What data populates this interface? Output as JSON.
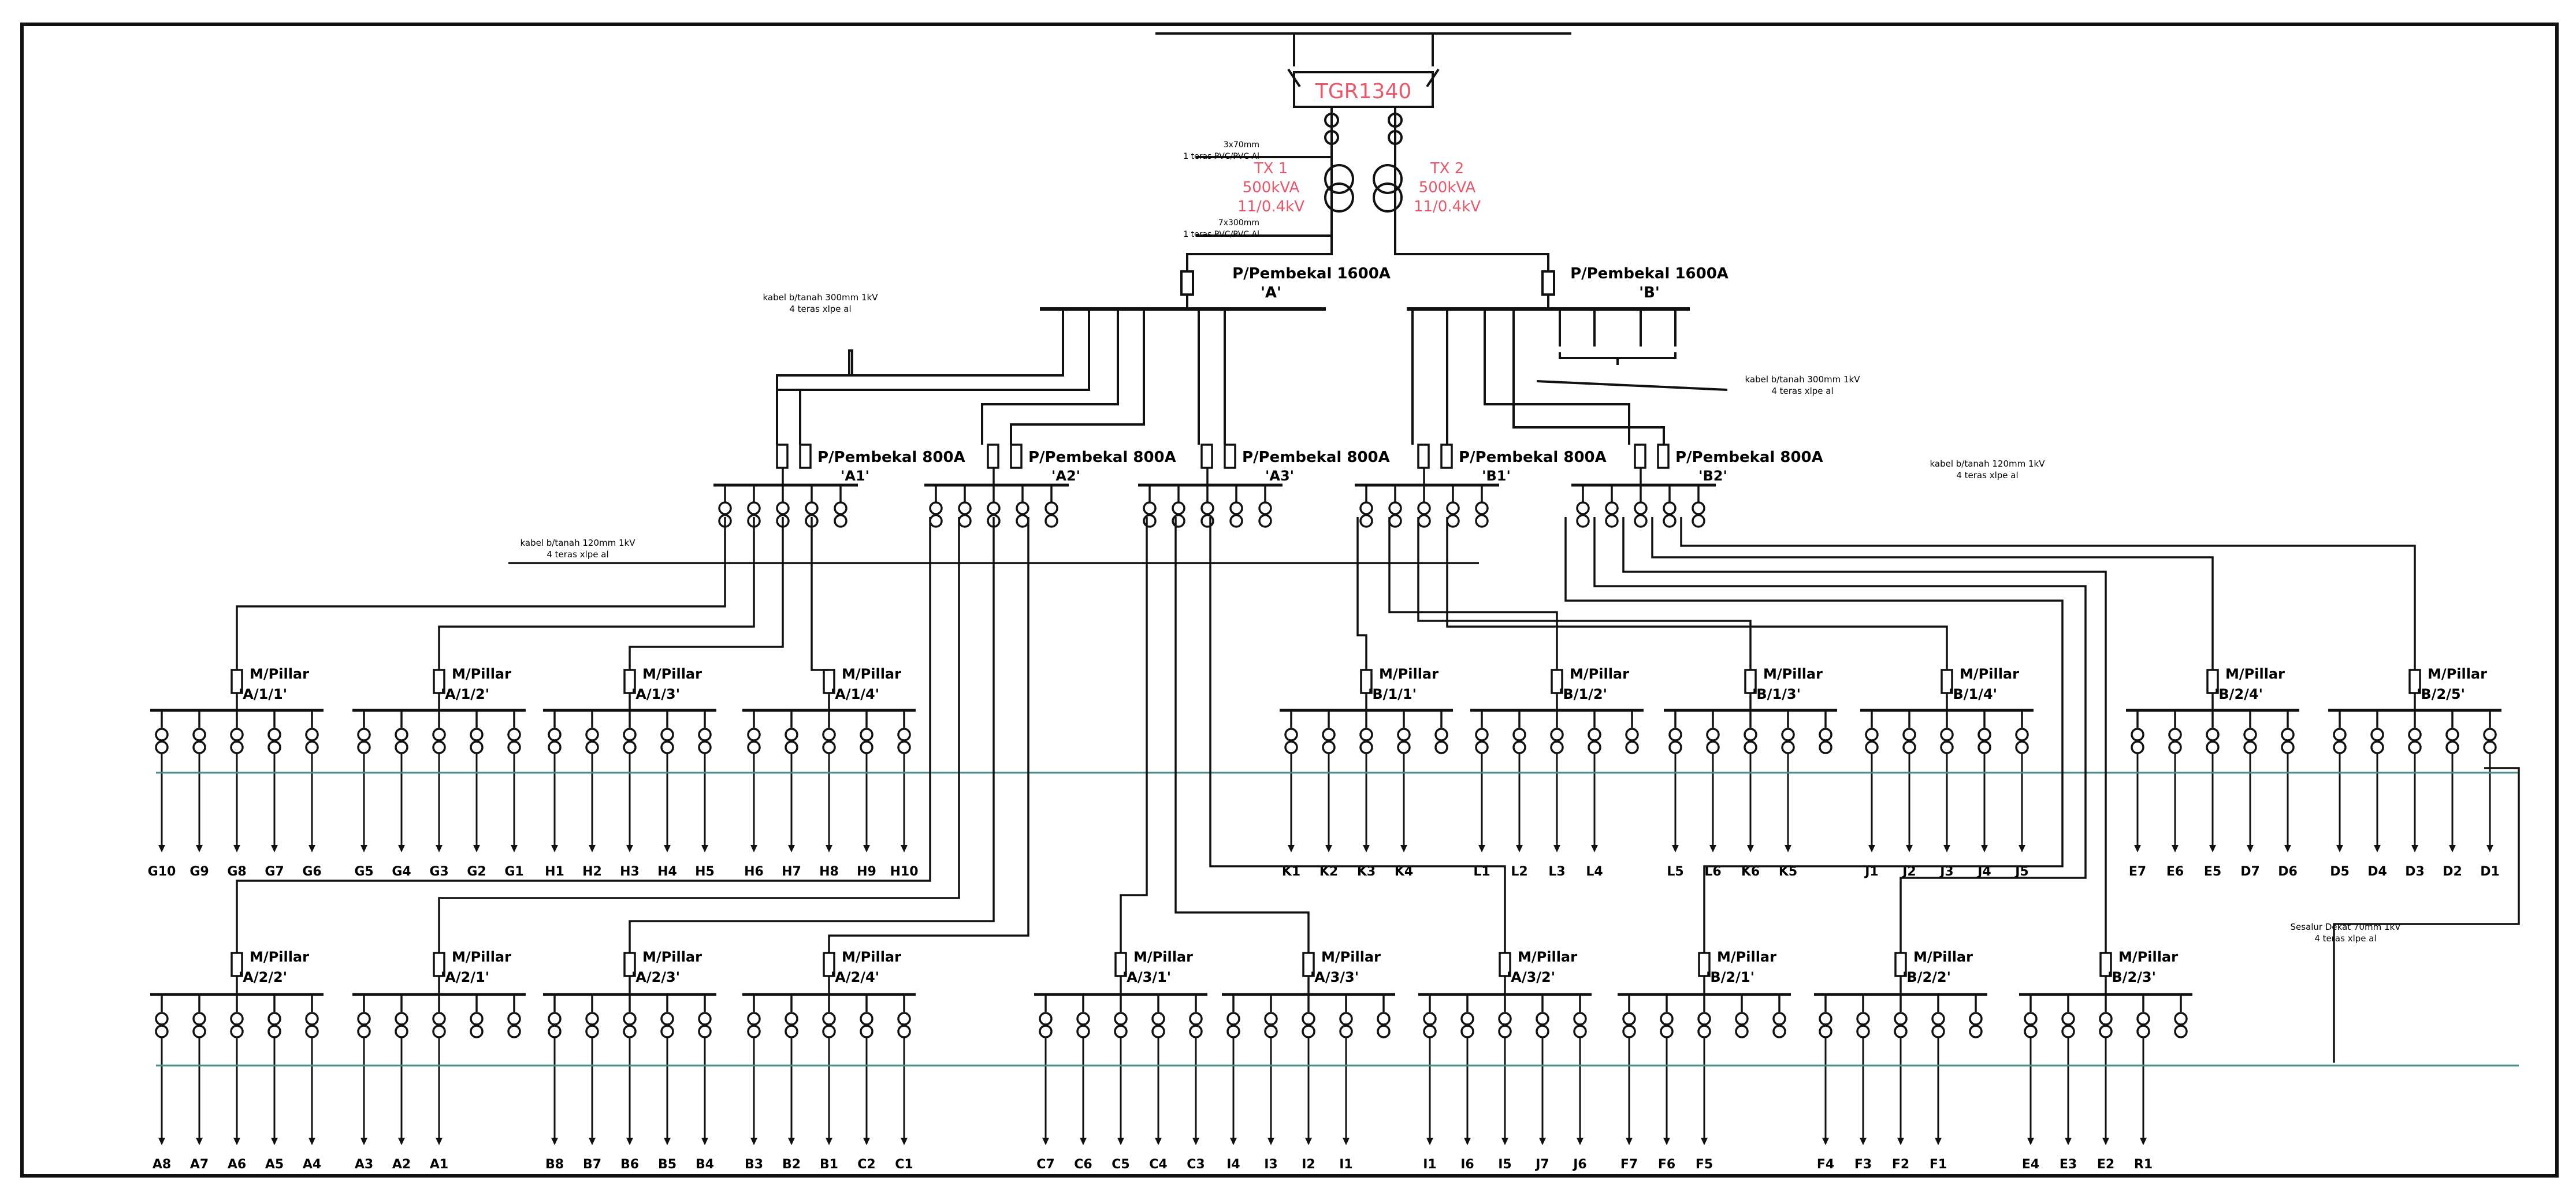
{
  "colors": {
    "line": "#111111",
    "accent": "#e8576a",
    "pink": "#e88aa0",
    "teal": "#4a8c8c"
  },
  "header": {
    "substation": "TGR1340",
    "tx1": [
      "TX 1",
      "500kVA",
      "11/0.4kV"
    ],
    "tx2": [
      "TX 2",
      "500kVA",
      "11/0.4kV"
    ],
    "cable_hv": [
      "3x70mm",
      "1 teras PVC/PVC Al"
    ],
    "cable_lv": [
      "7x300mm",
      "1 teras PVC/PVC Al"
    ],
    "notes": [
      {
        "id": "n1",
        "lines": [
          "kabel b/tanah 300mm 1kV",
          "4 teras xlpe al"
        ]
      },
      {
        "id": "n2",
        "lines": [
          "kabel b/tanah 300mm 1kV",
          "4 teras xlpe al"
        ]
      },
      {
        "id": "n3",
        "lines": [
          "kabel b/tanah 120mm 1kV",
          "4 teras xlpe al"
        ]
      },
      {
        "id": "n4",
        "lines": [
          "kabel b/tanah 120mm 1kV",
          "4 teras xlpe al"
        ]
      },
      {
        "id": "n5",
        "lines": [
          "Sesalur Dekat 70mm 1kV",
          "4 teras xlpe al"
        ]
      }
    ]
  },
  "main_feeders": [
    {
      "id": "A",
      "lines": [
        "P/Pembekal 1600A",
        "'A'"
      ]
    },
    {
      "id": "B",
      "lines": [
        "P/Pembekal 1600A",
        "'B'"
      ]
    }
  ],
  "sub_feeders": [
    {
      "id": "A1",
      "lines": [
        "P/Pembekal 800A",
        "'A1'"
      ]
    },
    {
      "id": "A2",
      "lines": [
        "P/Pembekal 800A",
        "'A2'"
      ]
    },
    {
      "id": "A3",
      "lines": [
        "P/Pembekal 800A",
        "'A3'"
      ]
    },
    {
      "id": "B1",
      "lines": [
        "P/Pembekal 800A",
        "'B1'"
      ]
    },
    {
      "id": "B2",
      "lines": [
        "P/Pembekal 800A",
        "'B2'"
      ]
    }
  ],
  "pillars_row1": [
    {
      "label": "M/Pillar",
      "code": "'A/1/1'",
      "outputs": [
        "G10",
        "G9",
        "G8",
        "G7",
        "G6"
      ]
    },
    {
      "label": "M/Pillar",
      "code": "'A/1/2'",
      "outputs": [
        "G5",
        "G4",
        "G3",
        "G2",
        "G1"
      ]
    },
    {
      "label": "M/Pillar",
      "code": "'A/1/3'",
      "outputs": [
        "H1",
        "H2",
        "H3",
        "H4",
        "H5"
      ]
    },
    {
      "label": "M/Pillar",
      "code": "'A/1/4'",
      "outputs": [
        "H6",
        "H7",
        "H8",
        "H9",
        "H10"
      ]
    },
    {
      "label": "M/Pillar",
      "code": "'B/1/1'",
      "outputs": [
        "K1",
        "K2",
        "K3",
        "K4"
      ]
    },
    {
      "label": "M/Pillar",
      "code": "'B/1/2'",
      "outputs": [
        "L1",
        "L2",
        "L3",
        "L4"
      ]
    },
    {
      "label": "M/Pillar",
      "code": "'B/1/3'",
      "outputs": [
        "L5",
        "L6",
        "K6",
        "K5"
      ]
    },
    {
      "label": "M/Pillar",
      "code": "'B/1/4'",
      "outputs": [
        "J1",
        "J2",
        "J3",
        "J4",
        "J5"
      ]
    },
    {
      "label": "M/Pillar",
      "code": "'B/2/4'",
      "outputs": [
        "E7",
        "E6",
        "E5",
        "D7",
        "D6"
      ]
    },
    {
      "label": "M/Pillar",
      "code": "'B/2/5'",
      "outputs": [
        "D5",
        "D4",
        "D3",
        "D2",
        "D1"
      ]
    }
  ],
  "pillars_row2": [
    {
      "label": "M/Pillar",
      "code": "'A/2/2'",
      "outputs": [
        "A8",
        "A7",
        "A6",
        "A5",
        "A4"
      ]
    },
    {
      "label": "M/Pillar",
      "code": "'A/2/1'",
      "outputs": [
        "A3",
        "A2",
        "A1"
      ]
    },
    {
      "label": "M/Pillar",
      "code": "'A/2/3'",
      "outputs": [
        "B8",
        "B7",
        "B6",
        "B5",
        "B4"
      ]
    },
    {
      "label": "M/Pillar",
      "code": "'A/2/4'",
      "outputs": [
        "B3",
        "B2",
        "B1",
        "C2",
        "C1"
      ]
    },
    {
      "label": "M/Pillar",
      "code": "'A/3/1'",
      "outputs": [
        "C7",
        "C6",
        "C5",
        "C4",
        "C3"
      ]
    },
    {
      "label": "M/Pillar",
      "code": "'A/3/3'",
      "outputs": [
        "I4",
        "I3",
        "I2",
        "I1"
      ]
    },
    {
      "label": "M/Pillar",
      "code": "'A/3/2'",
      "outputs": [
        "I1",
        "I6",
        "I5",
        "J7",
        "J6"
      ]
    },
    {
      "label": "M/Pillar",
      "code": "'B/2/1'",
      "outputs": [
        "F7",
        "F6",
        "F5"
      ]
    },
    {
      "label": "M/Pillar",
      "code": "'B/2/2'",
      "outputs": [
        "F4",
        "F3",
        "F2",
        "F1"
      ]
    },
    {
      "label": "M/Pillar",
      "code": "'B/2/3'",
      "outputs": [
        "E4",
        "E3",
        "E2",
        "R1"
      ]
    }
  ]
}
